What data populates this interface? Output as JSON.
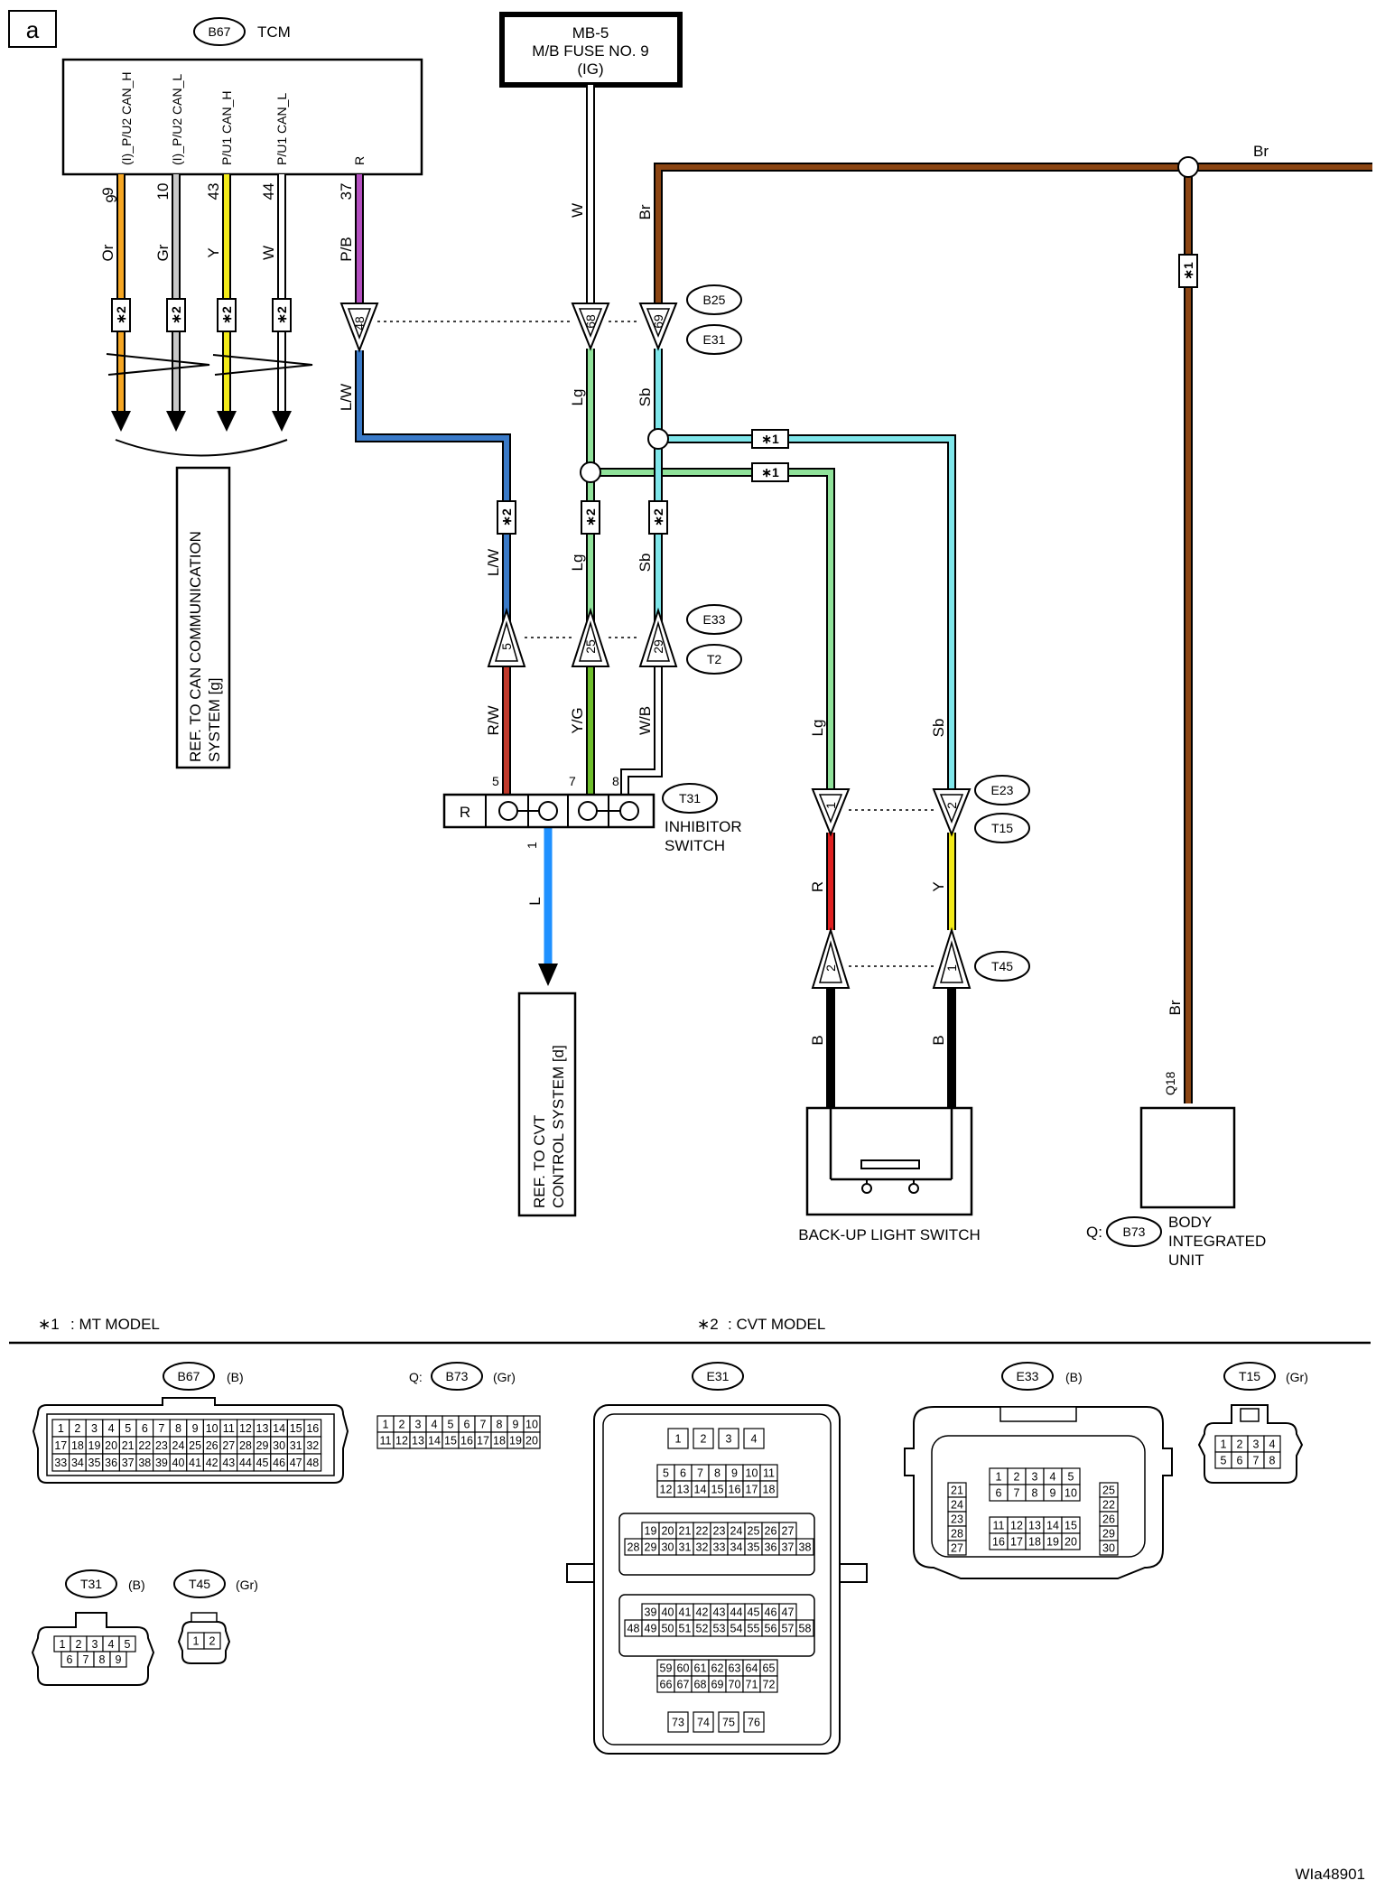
{
  "page_label": "a",
  "footer_id": "WIa48901",
  "tcm": {
    "ref": "B67",
    "name": "TCM"
  },
  "fuse": {
    "line1": "MB-5",
    "line2": "M/B FUSE NO. 9",
    "line3": "(IG)"
  },
  "tcm_pins": [
    {
      "pin": "9",
      "signal": "(I)_P/U2 CAN_H",
      "color_code": "Or",
      "color": "#f5a623"
    },
    {
      "pin": "10",
      "signal": "(I)_P/U2 CAN_L",
      "color_code": "Gr",
      "color": "#b8b8b8"
    },
    {
      "pin": "43",
      "signal": "P/U1 CAN_H",
      "color_code": "Y",
      "color": "#f2ea1a"
    },
    {
      "pin": "44",
      "signal": "P/U1 CAN_L",
      "color_code": "W",
      "color": "#ffffff"
    },
    {
      "pin": "37",
      "signal": "R",
      "color_code": "P/B",
      "color": "#b44fc0"
    }
  ],
  "wire_codes": {
    "fuse_wire": "W",
    "br": "Br",
    "lw": "L/W",
    "lg": "Lg",
    "sb": "Sb",
    "rw": "R/W",
    "yg": "Y/G",
    "wb": "W/B",
    "l": "L",
    "r": "R",
    "y": "Y",
    "b": "B"
  },
  "wire_colors": {
    "brown": "#8b4513",
    "light_blue": "#7fe6ea",
    "light_green": "#90e29a",
    "blue": "#1e90ff",
    "lw_blue": "#3a7ac8",
    "red": "#e02020",
    "yellow": "#f2ea1a",
    "rw_red": "#c0392b",
    "yg_green": "#6ebe2a",
    "black": "#000000",
    "grey": "#c8c8c8"
  },
  "star1": "∗1",
  "star2": "∗2",
  "connectors_inline": {
    "b25": "B25",
    "e31": "E31",
    "e33": "E33",
    "t2": "T2",
    "e23": "E23",
    "t15": "T15",
    "t45": "T45",
    "t31": "T31",
    "b73": "B73"
  },
  "connector_pins": {
    "p48": "48",
    "p68": "68",
    "p69": "69",
    "p5": "5",
    "p25": "25",
    "p29": "29",
    "e23_1": "1",
    "e23_2": "2",
    "t45_2": "2",
    "t45_1": "1",
    "t31_5": "5",
    "t31_7": "7",
    "t31_8": "8",
    "t31_1": "1",
    "q18": "Q18"
  },
  "inhibitor": {
    "line1": "INHIBITOR",
    "line2": "SWITCH",
    "r_box": "R"
  },
  "can_ref": {
    "line1": "REF. TO CAN COMMUNICATION",
    "line2": "SYSTEM [g]"
  },
  "cvt_ref": {
    "line1": "REF. TO CVT",
    "line2": "CONTROL SYSTEM [d]"
  },
  "backup": "BACK-UP LIGHT SWITCH",
  "body_unit": {
    "prefix": "Q:",
    "line1": "BODY",
    "line2": "INTEGRATED",
    "line3": "UNIT"
  },
  "legend": [
    {
      "mark": "∗1",
      "text": ": MT MODEL"
    },
    {
      "mark": "∗2",
      "text": ": CVT MODEL"
    }
  ],
  "conn_views": {
    "b67": {
      "name": "B67",
      "color": "(B)"
    },
    "b73": {
      "prefix": "Q:",
      "name": "B73",
      "color": "(Gr)"
    },
    "e31": {
      "name": "E31"
    },
    "e33": {
      "name": "E33",
      "color": "(B)"
    },
    "t15": {
      "name": "T15",
      "color": "(Gr)"
    },
    "t31": {
      "name": "T31",
      "color": "(B)"
    },
    "t45": {
      "name": "T45",
      "color": "(Gr)"
    }
  },
  "pin_grids": {
    "b67_r1": [
      "1",
      "2",
      "3",
      "4",
      "5",
      "6",
      "7",
      "8",
      "9",
      "10",
      "11",
      "12",
      "13",
      "14",
      "15",
      "16"
    ],
    "b67_r2": [
      "17",
      "18",
      "19",
      "20",
      "21",
      "22",
      "23",
      "24",
      "25",
      "26",
      "27",
      "28",
      "29",
      "30",
      "31",
      "32"
    ],
    "b67_r3": [
      "33",
      "34",
      "35",
      "36",
      "37",
      "38",
      "39",
      "40",
      "41",
      "42",
      "43",
      "44",
      "45",
      "46",
      "47",
      "48"
    ],
    "b73_r1": [
      "1",
      "2",
      "3",
      "4",
      "5",
      "6",
      "7",
      "8",
      "9",
      "10"
    ],
    "b73_r2": [
      "11",
      "12",
      "13",
      "14",
      "15",
      "16",
      "17",
      "18",
      "19",
      "20"
    ],
    "e31_r0": [
      "1",
      "2",
      "3",
      "4"
    ],
    "e31_r1": [
      "5",
      "6",
      "7",
      "8",
      "9",
      "10",
      "11"
    ],
    "e31_r2": [
      "12",
      "13",
      "14",
      "15",
      "16",
      "17",
      "18"
    ],
    "e31_r3": [
      "19",
      "20",
      "21",
      "22",
      "23",
      "24",
      "25",
      "26",
      "27"
    ],
    "e31_r4": [
      "28",
      "29",
      "30",
      "31",
      "32",
      "33",
      "34",
      "35",
      "36",
      "37",
      "38"
    ],
    "e31_r5": [
      "39",
      "40",
      "41",
      "42",
      "43",
      "44",
      "45",
      "46",
      "47"
    ],
    "e31_r6": [
      "48",
      "49",
      "50",
      "51",
      "52",
      "53",
      "54",
      "55",
      "56",
      "57",
      "58"
    ],
    "e31_r7": [
      "59",
      "60",
      "61",
      "62",
      "63",
      "64",
      "65"
    ],
    "e31_r8": [
      "66",
      "67",
      "68",
      "69",
      "70",
      "71",
      "72"
    ],
    "e31_r9": [
      "73",
      "74",
      "75",
      "76"
    ],
    "e33_m1": [
      "1",
      "2",
      "3",
      "4",
      "5"
    ],
    "e33_m2": [
      "6",
      "7",
      "8",
      "9",
      "10"
    ],
    "e33_m3": [
      "11",
      "12",
      "13",
      "14",
      "15"
    ],
    "e33_m4": [
      "16",
      "17",
      "18",
      "19",
      "20"
    ],
    "e33_left": [
      "21",
      "24",
      "23",
      "28",
      "27"
    ],
    "e33_right": [
      "25",
      "22",
      "26",
      "29",
      "30"
    ],
    "t15_r1": [
      "1",
      "2",
      "3",
      "4"
    ],
    "t15_r2": [
      "5",
      "6",
      "7",
      "8"
    ],
    "t31_r1": [
      "1",
      "2",
      "3",
      "4",
      "5"
    ],
    "t31_r2": [
      "6",
      "7",
      "8",
      "9"
    ],
    "t45_r1": [
      "1",
      "2"
    ]
  }
}
